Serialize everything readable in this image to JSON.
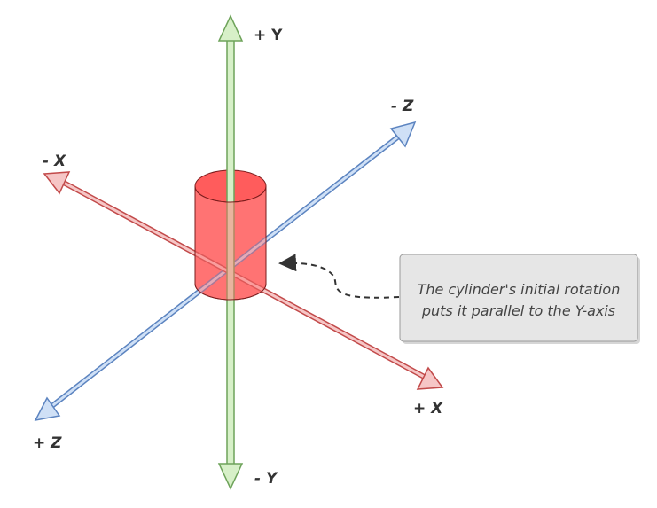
{
  "axes": {
    "plus_y": "+ Y",
    "minus_y": "- Y",
    "plus_x": "+ X",
    "minus_x": "- X",
    "plus_z": "+ Z",
    "minus_z": "- Z"
  },
  "callout": {
    "line1": "The cylinder's initial rotation",
    "line2": "puts it parallel to the Y-axis"
  },
  "colors": {
    "x_axis": "#e86a6a",
    "y_axis": "#8fc97a",
    "z_axis": "#7fa6dc",
    "cylinder": "#ff6b6b",
    "callout_fill": "#e6e6e6"
  }
}
